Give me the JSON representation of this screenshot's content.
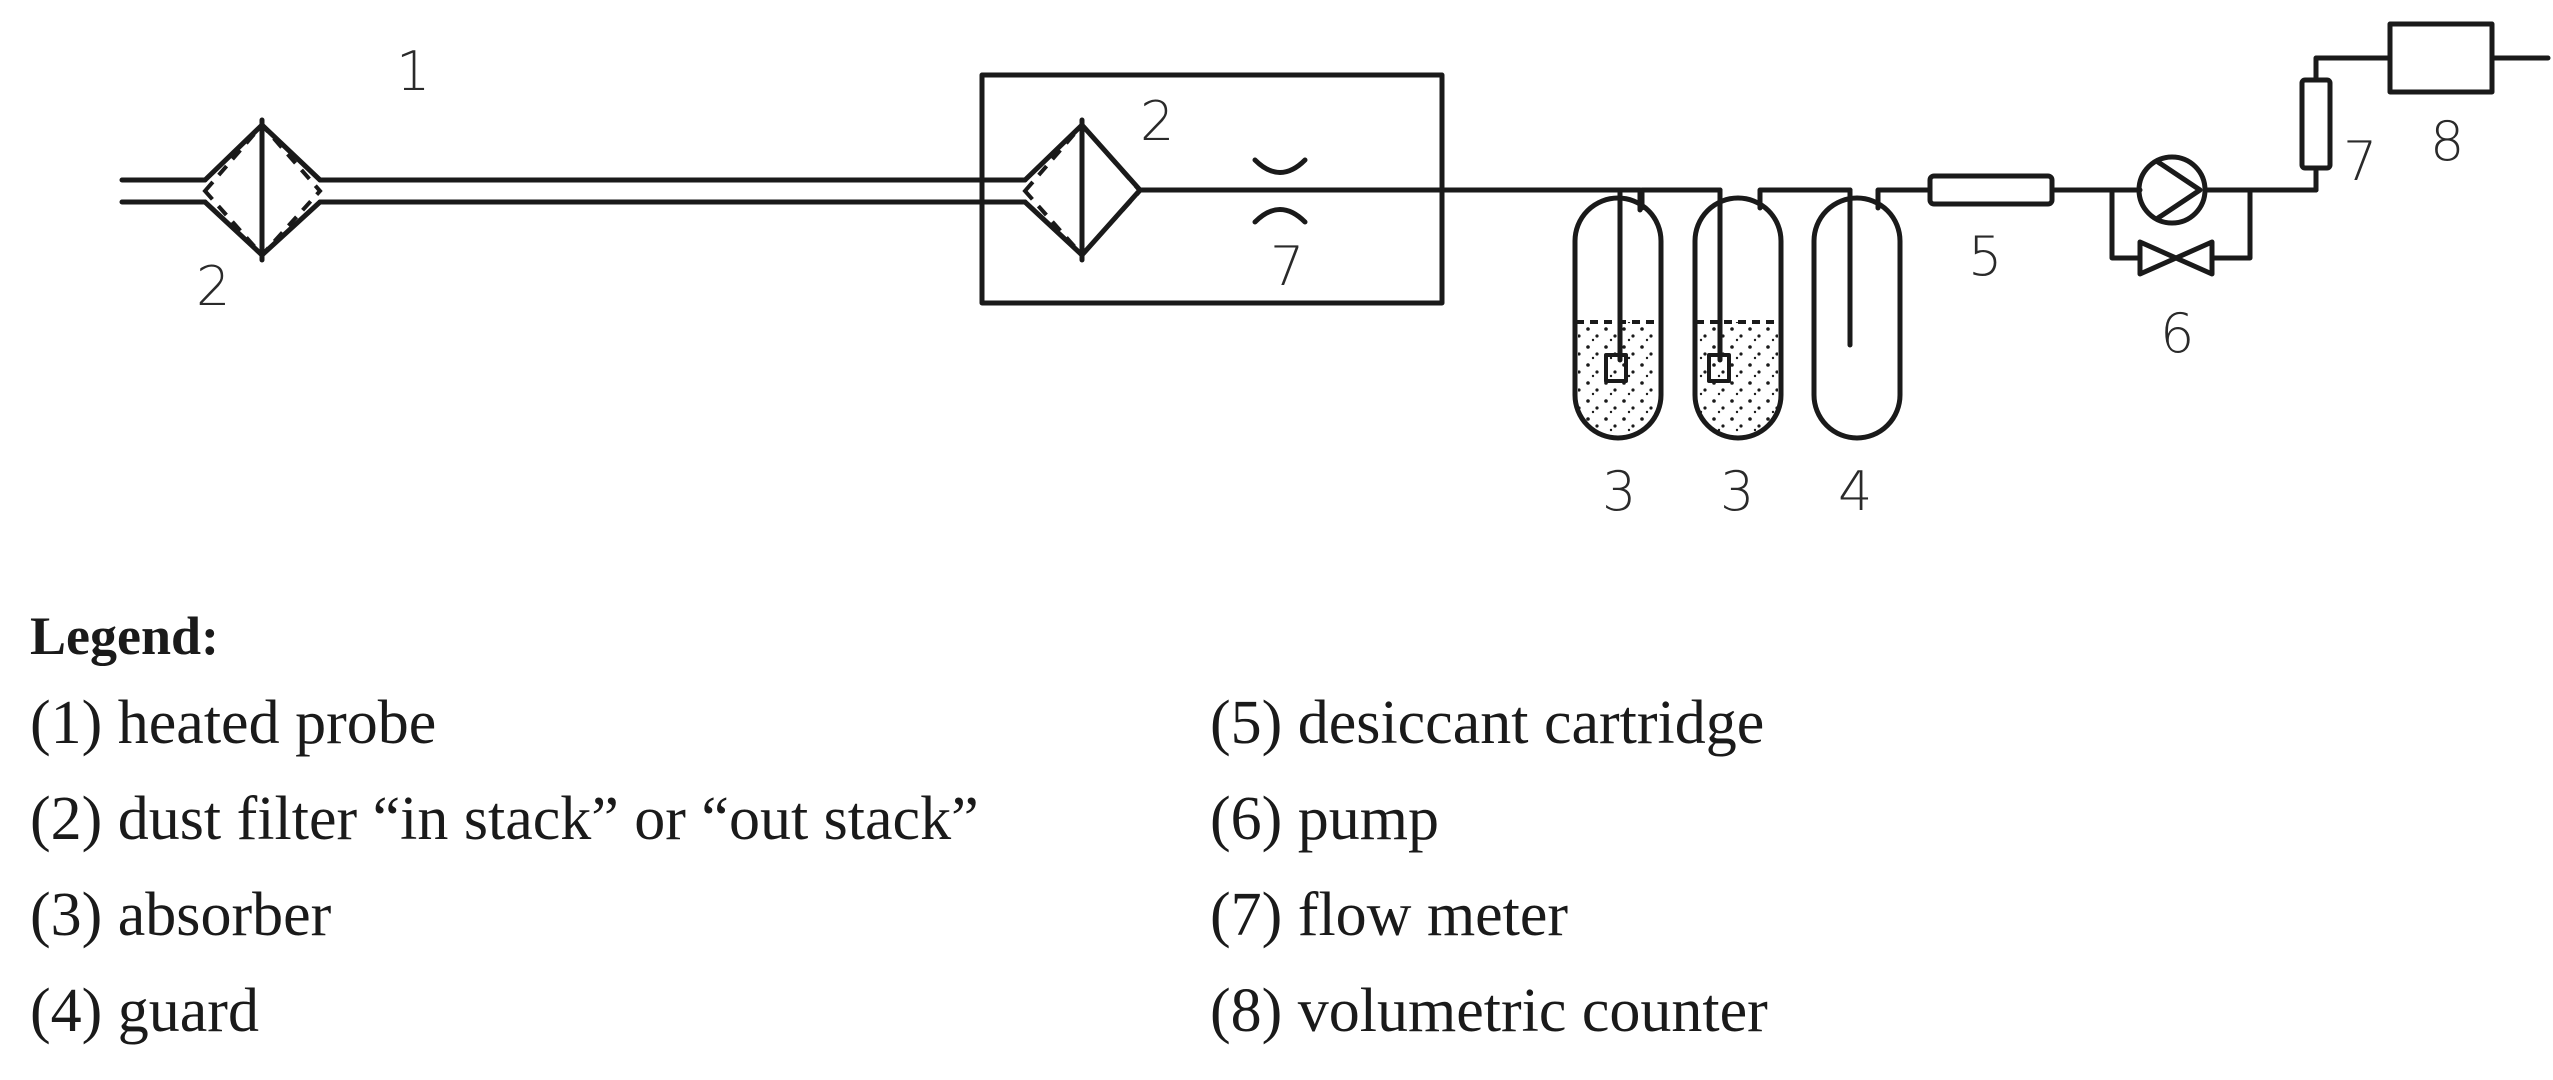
{
  "diagram": {
    "labels": {
      "probe": "1",
      "filter_in": "2",
      "filter_out": "2",
      "flowmeter_box": "7",
      "absorber_a": "3",
      "absorber_b": "3",
      "guard": "4",
      "cartridge": "5",
      "pump": "6",
      "flowmeter_out": "7",
      "counter": "8"
    }
  },
  "legend": {
    "title": "Legend:",
    "items": [
      "(1) heated probe",
      "(5) desiccant cartridge",
      "(2) dust filter “in stack” or “out stack”",
      "(6) pump",
      "(3) absorber",
      "(7) flow meter",
      "(4) guard",
      "(8) volumetric counter"
    ]
  }
}
